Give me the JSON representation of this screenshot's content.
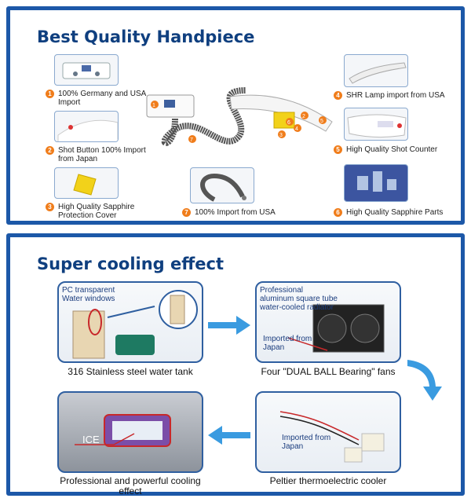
{
  "handpiece": {
    "title": "Best Quality Handpiece",
    "items": [
      {
        "num": "1",
        "line1": "100% Germany and USA",
        "line2": "Import"
      },
      {
        "num": "2",
        "line1": "Shot Button 100% Import",
        "line2": "from Japan"
      },
      {
        "num": "3",
        "line1": "High Quality Sapphire",
        "line2": "Protection Cover"
      },
      {
        "num": "7",
        "line1": "100% Import from USA",
        "line2": ""
      },
      {
        "num": "4",
        "line1": "SHR Lamp import from USA",
        "line2": ""
      },
      {
        "num": "5",
        "line1": "High Quality Shot Counter",
        "line2": ""
      },
      {
        "num": "6",
        "line1": "High Quality Sapphire Parts",
        "line2": ""
      }
    ],
    "callouts": [
      "1",
      "2",
      "3",
      "4",
      "5",
      "6",
      "7"
    ]
  },
  "cooling": {
    "title": "Super cooling effect",
    "window_label": "PC transparent Water windows",
    "radiator_label": "Professional aluminum square tube water-cooled radiator",
    "imported_label": "Imported from Japan",
    "ice_label": "ICE",
    "captions": {
      "tank": "316 Stainless steel water tank",
      "fans": "Four \"DUAL BALL Bearing\" fans",
      "ice": "Professional and powerful cooling effect",
      "peltier": "Peltier thermoelectric cooler"
    }
  },
  "colors": {
    "frame": "#1c58a8",
    "title": "#0f3f7f",
    "badge": "#f07d1b",
    "arrow": "#3a9be0"
  }
}
